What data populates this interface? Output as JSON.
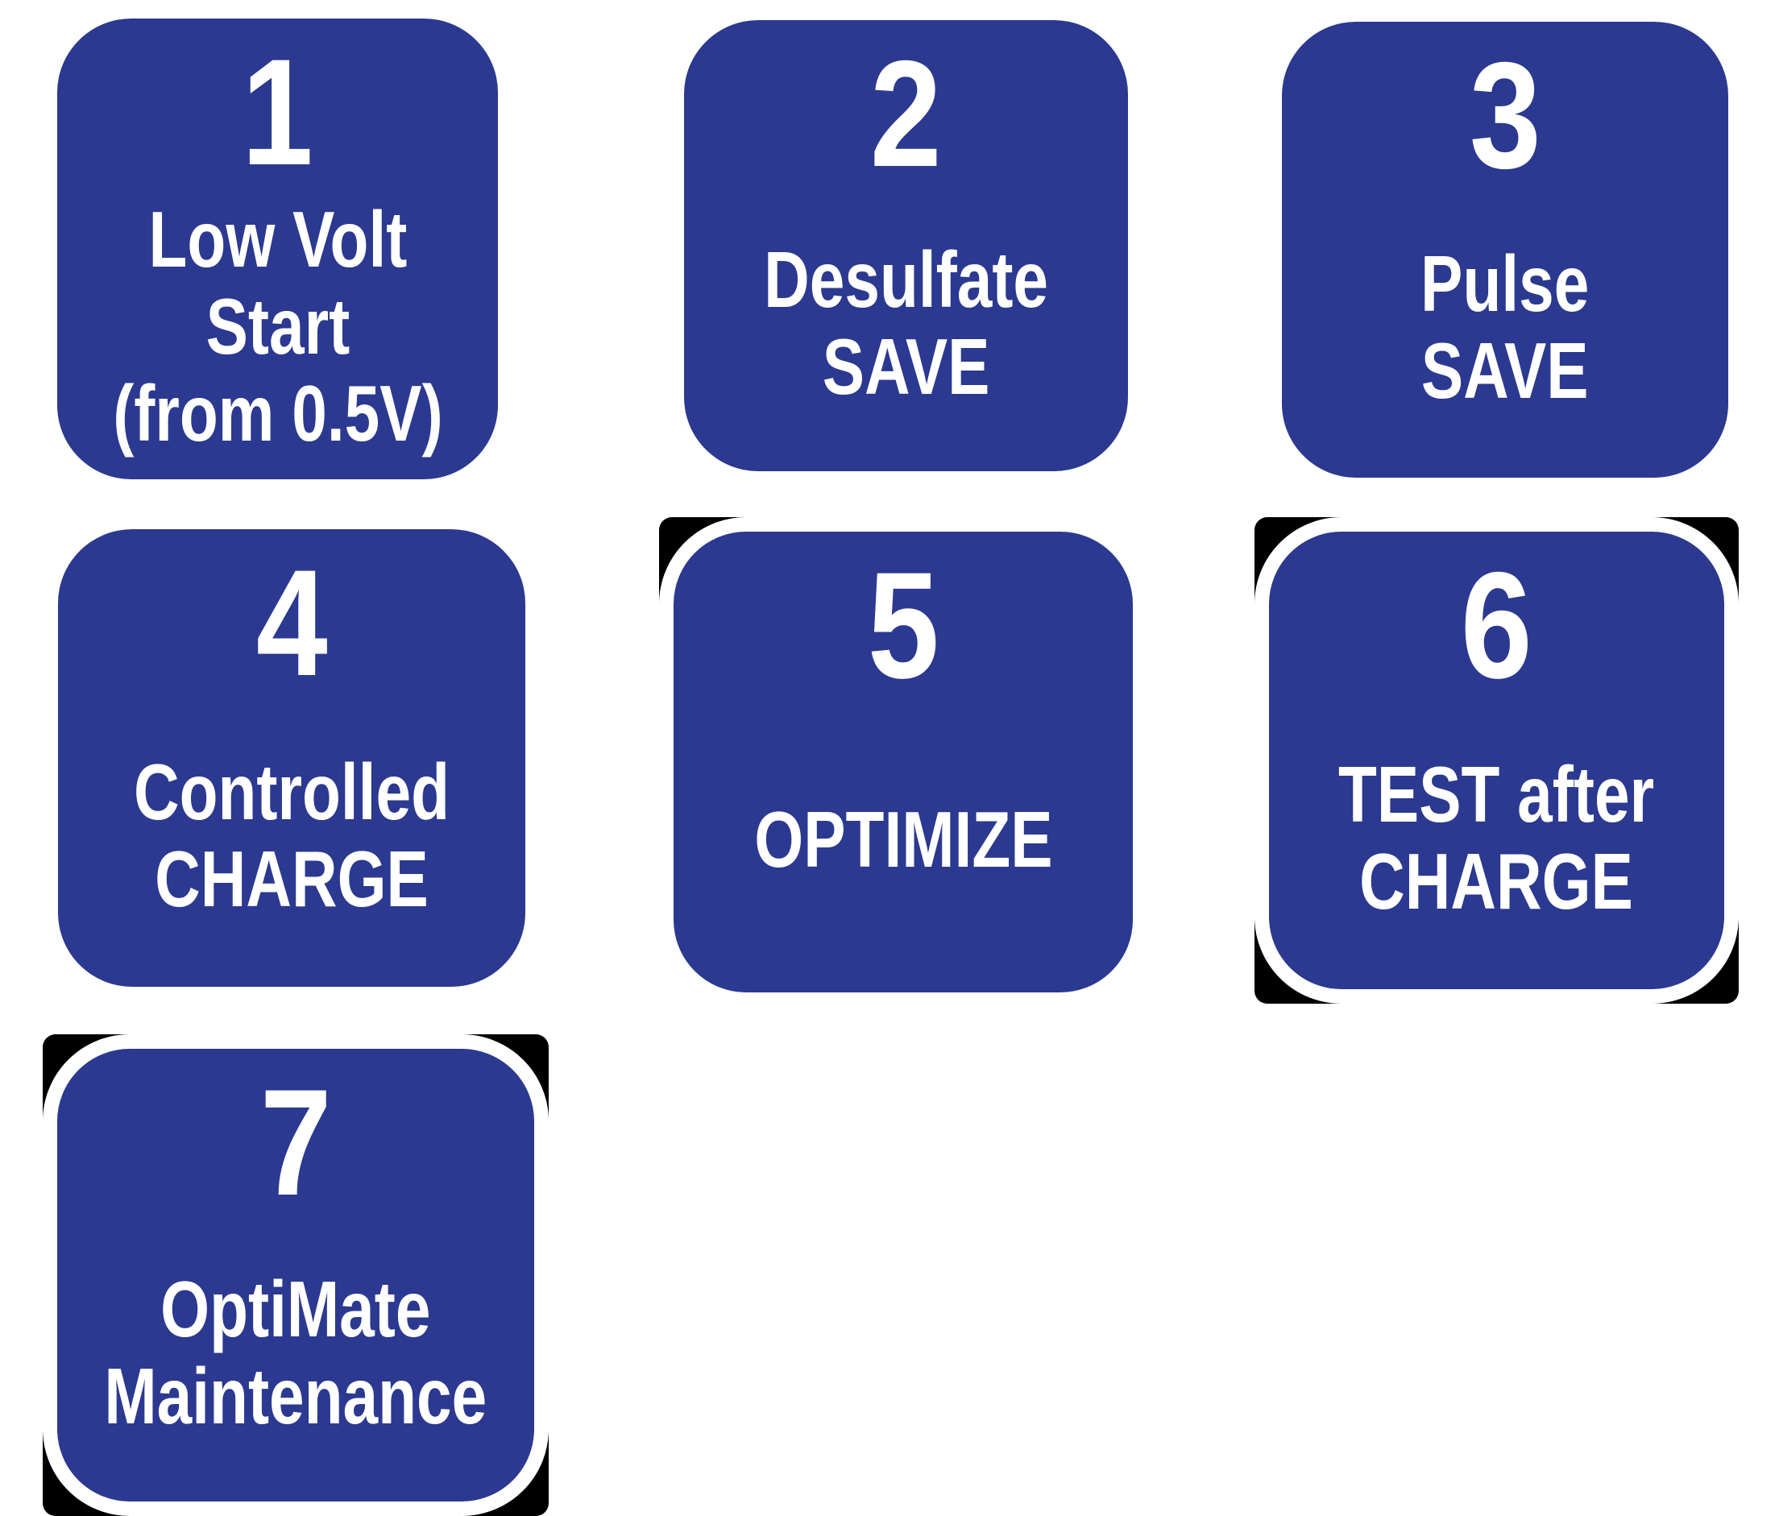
{
  "colors": {
    "tile_blue": "#2b3990",
    "backing_black": "#000000",
    "text_white": "#ffffff"
  },
  "tiles": [
    {
      "number": "1",
      "lines": [
        "Low Volt",
        "Start",
        "(from 0.5V)"
      ]
    },
    {
      "number": "2",
      "lines": [
        "Desulfate",
        "SAVE"
      ]
    },
    {
      "number": "3",
      "lines": [
        "Pulse",
        "SAVE"
      ]
    },
    {
      "number": "4",
      "lines": [
        "Controlled",
        "CHARGE"
      ]
    },
    {
      "number": "5",
      "lines": [
        "OPTIMIZE"
      ]
    },
    {
      "number": "6",
      "lines": [
        "TEST after",
        "CHARGE"
      ]
    },
    {
      "number": "7",
      "lines": [
        "OptiMate",
        "Maintenance"
      ]
    }
  ]
}
